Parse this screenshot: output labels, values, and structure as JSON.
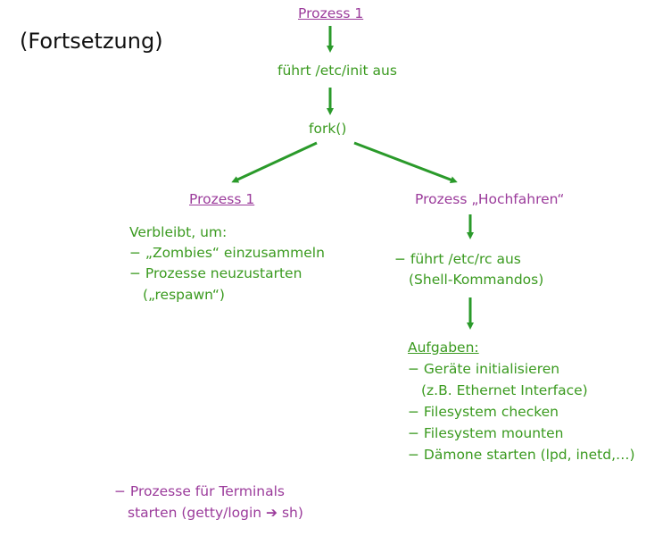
{
  "title": "(Fortsetzung)",
  "top": {
    "process": "Prozess 1",
    "step1": "führt /etc/init aus",
    "step2": "fork()"
  },
  "left_branch": {
    "process": "Prozess 1",
    "intro": "Verbleibt, um:",
    "items": [
      "− „Zombies“ einzusammeln",
      "− Prozesse neuzustarten",
      "(„respawn“)"
    ]
  },
  "right_branch": {
    "process": "Prozess „Hochfahren“",
    "step": "− führt /etc/rc aus",
    "step_detail": "(Shell-Kommandos)",
    "tasks_heading": "Aufgaben:",
    "tasks": [
      "− Geräte initialisieren",
      "(z.B. Ethernet Interface)",
      "− Filesystem checken",
      "− Filesystem mounten",
      "− Dämone starten (lpd, inetd,…)"
    ]
  },
  "bottom": {
    "line1": "− Prozesse für Terminals",
    "line2": "starten (getty/login ➔ sh)"
  },
  "colors": {
    "green": "#3a9a1f",
    "purple": "#9b3b9b",
    "arrow": "#2a9a2a"
  }
}
